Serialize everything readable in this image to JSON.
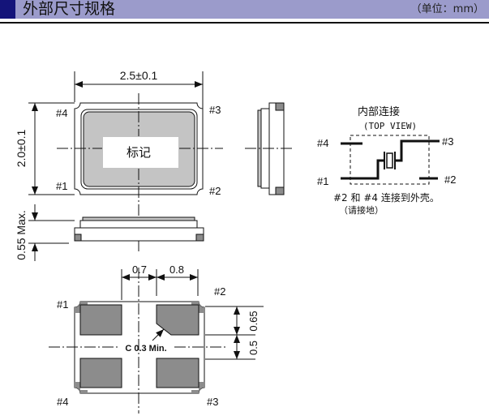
{
  "header": {
    "title": "外部尺寸规格",
    "unit": "（单位：mm）"
  },
  "top_view": {
    "width_dim": "2.5±0.1",
    "height_dim": "2.0±0.1",
    "marking": "标记",
    "pins": {
      "p1": "#1",
      "p2": "#2",
      "p3": "#3",
      "p4": "#4"
    }
  },
  "front_view": {
    "height_dim": "0.55 Max."
  },
  "bottom_view": {
    "dim_a": "0.7",
    "dim_b": "0.8",
    "dim_c": "0.65",
    "dim_d": "0.5",
    "chamfer_note": "C 0.3 Min.",
    "pins": {
      "p1": "#1",
      "p2": "#2",
      "p3": "#3",
      "p4": "#4"
    }
  },
  "internal": {
    "title": "内部连接",
    "subtitle": "(TOP VIEW)",
    "pins": {
      "p1": "#1",
      "p2": "#2",
      "p3": "#3",
      "p4": "#4"
    },
    "note": "#2 和 #4 连接到外壳。",
    "note2": "（请接地）"
  },
  "colors": {
    "header_bg": "#9b9bcb",
    "header_mark": "#14147a",
    "pad": "#8c8c8c",
    "lid": "#c4c4c4"
  }
}
